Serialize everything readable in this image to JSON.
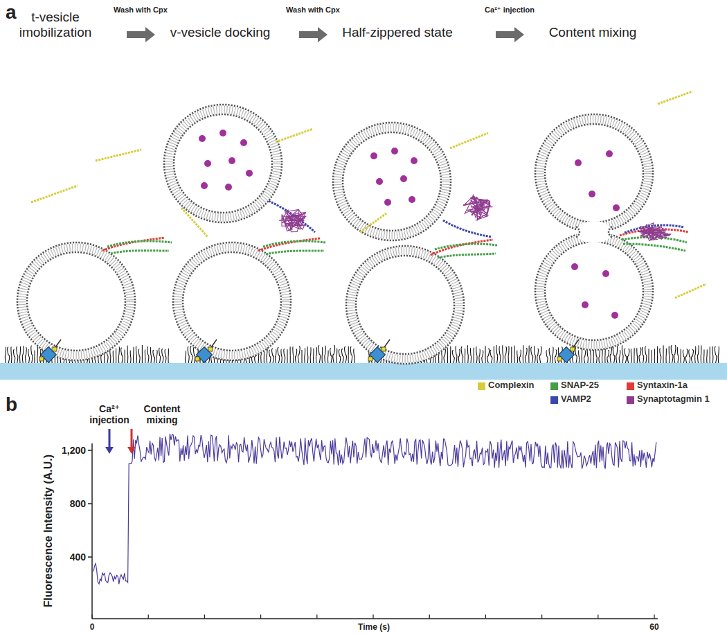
{
  "diagram": {
    "labels": [
      "a",
      "t-vesicle imobilization",
      "Wash with Cpx",
      "v-vesicle docking",
      "Wash with Cpx",
      "Half-zippered state",
      "Ca²⁺ injection",
      "Content mixing",
      "b",
      "Ca²⁺ injection",
      "Content mixing",
      "Fluorescence Intensity (A.U.)",
      "1,200",
      "800",
      "400",
      "0",
      "Time (s)",
      "60"
    ],
    "legend": [
      {
        "text": "Complexin",
        "color": "#d8cc3c"
      },
      {
        "text": "SNAP-25",
        "color": "#43a047"
      },
      {
        "text": "Syntaxin-1a",
        "color": "#e53935"
      },
      {
        "text": "VAMP2",
        "color": "#3949ab"
      },
      {
        "text": "Synaptotagmin 1",
        "color": "#8e3a8e"
      }
    ]
  }
}
